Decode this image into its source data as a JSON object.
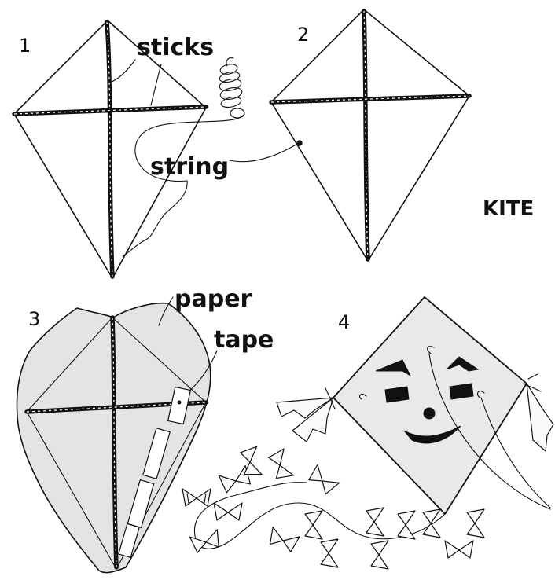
{
  "title": "KITE",
  "steps": [
    {
      "number": "1"
    },
    {
      "number": "2"
    },
    {
      "number": "3"
    },
    {
      "number": "4"
    }
  ],
  "labels": {
    "sticks": "sticks",
    "string": "string",
    "paper": "paper",
    "tape": "tape"
  }
}
